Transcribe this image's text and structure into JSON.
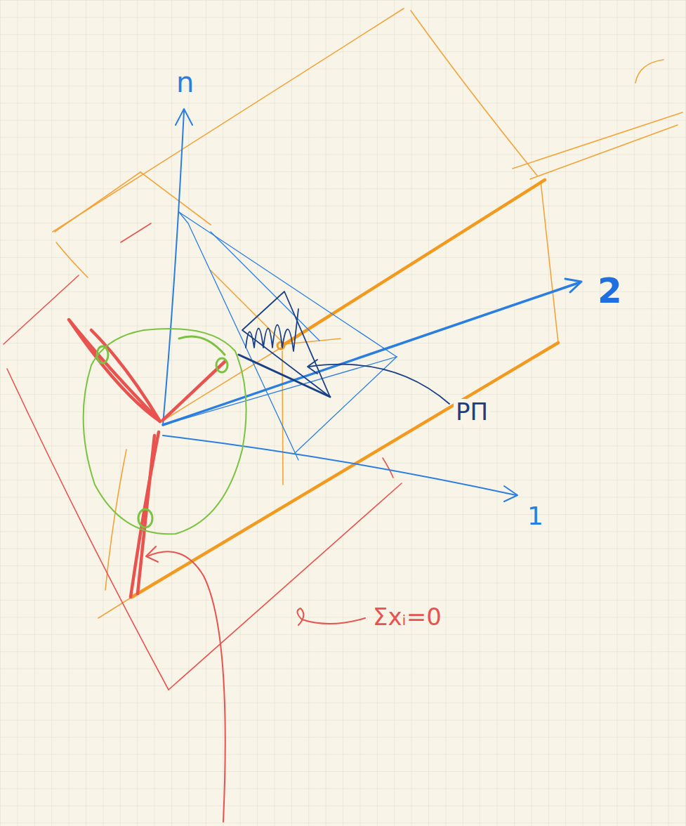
{
  "diagram": {
    "labels": [
      "n",
      "2",
      "1",
      "PΠ",
      "Σxᵢ=0"
    ]
  }
}
